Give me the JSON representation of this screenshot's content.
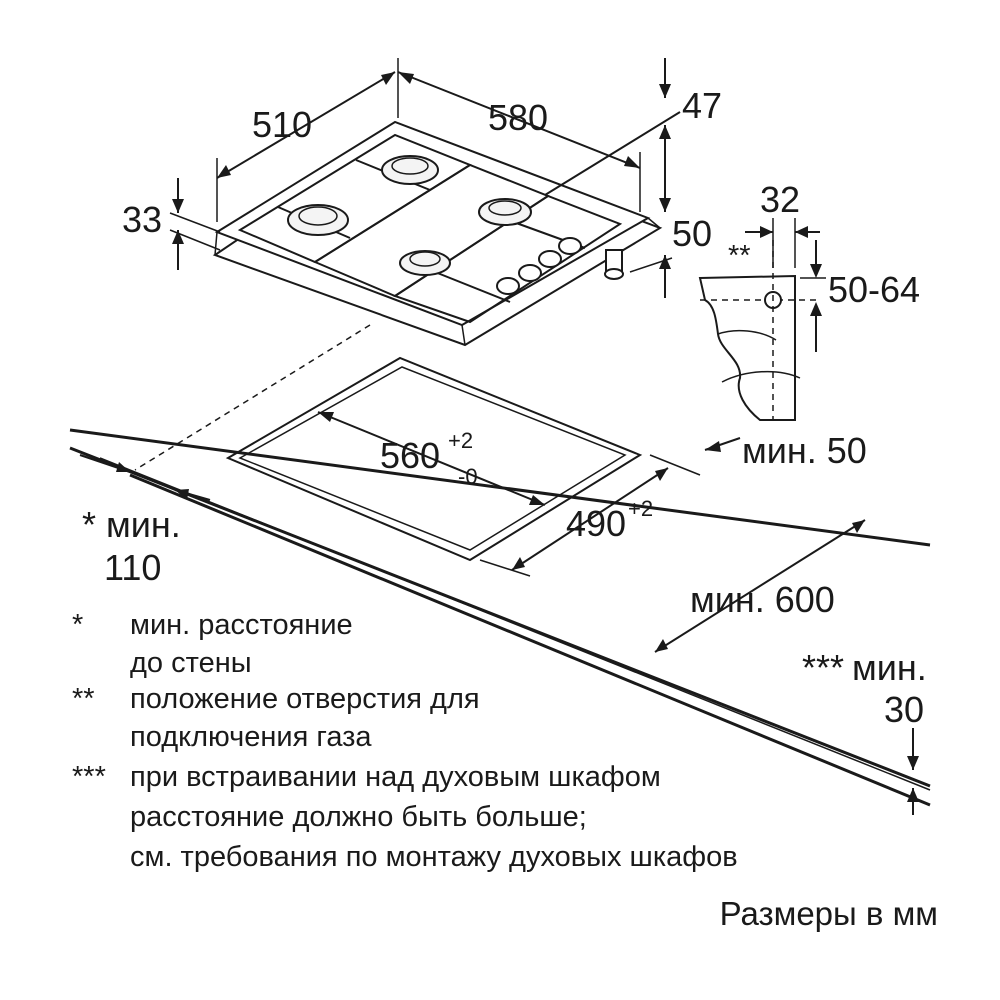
{
  "dimensions": {
    "hob_depth": "510",
    "hob_width": "580",
    "glass_edge": "47",
    "frame_height": "33",
    "total_height": "50",
    "gas_offset": "32",
    "gas_marker": "**",
    "gas_height": "50-64",
    "cutout_width": "560",
    "cutout_width_tol_plus": "+2",
    "cutout_width_tol_minus": "-0",
    "cutout_depth": "490",
    "cutout_depth_tol": "+2",
    "rear_min": "мин. 50",
    "wall_min_marker": "*",
    "wall_min_label": "мин.",
    "wall_min_value": "110",
    "depth_min": "мин. 600",
    "oven_marker": "***",
    "oven_min_label": "мин.",
    "oven_min_value": "30"
  },
  "notes": [
    {
      "marker": "*",
      "lines": [
        "мин. расстояние",
        "до стены"
      ]
    },
    {
      "marker": "**",
      "lines": [
        "положение отверстия для",
        "подключения газа"
      ]
    },
    {
      "marker": "***",
      "lines": [
        "при встраивании над духовым шкафом",
        "расстояние должно быть больше;",
        "см. требования по монтажу духовых шкафов"
      ]
    }
  ],
  "units_caption": "Размеры в мм"
}
